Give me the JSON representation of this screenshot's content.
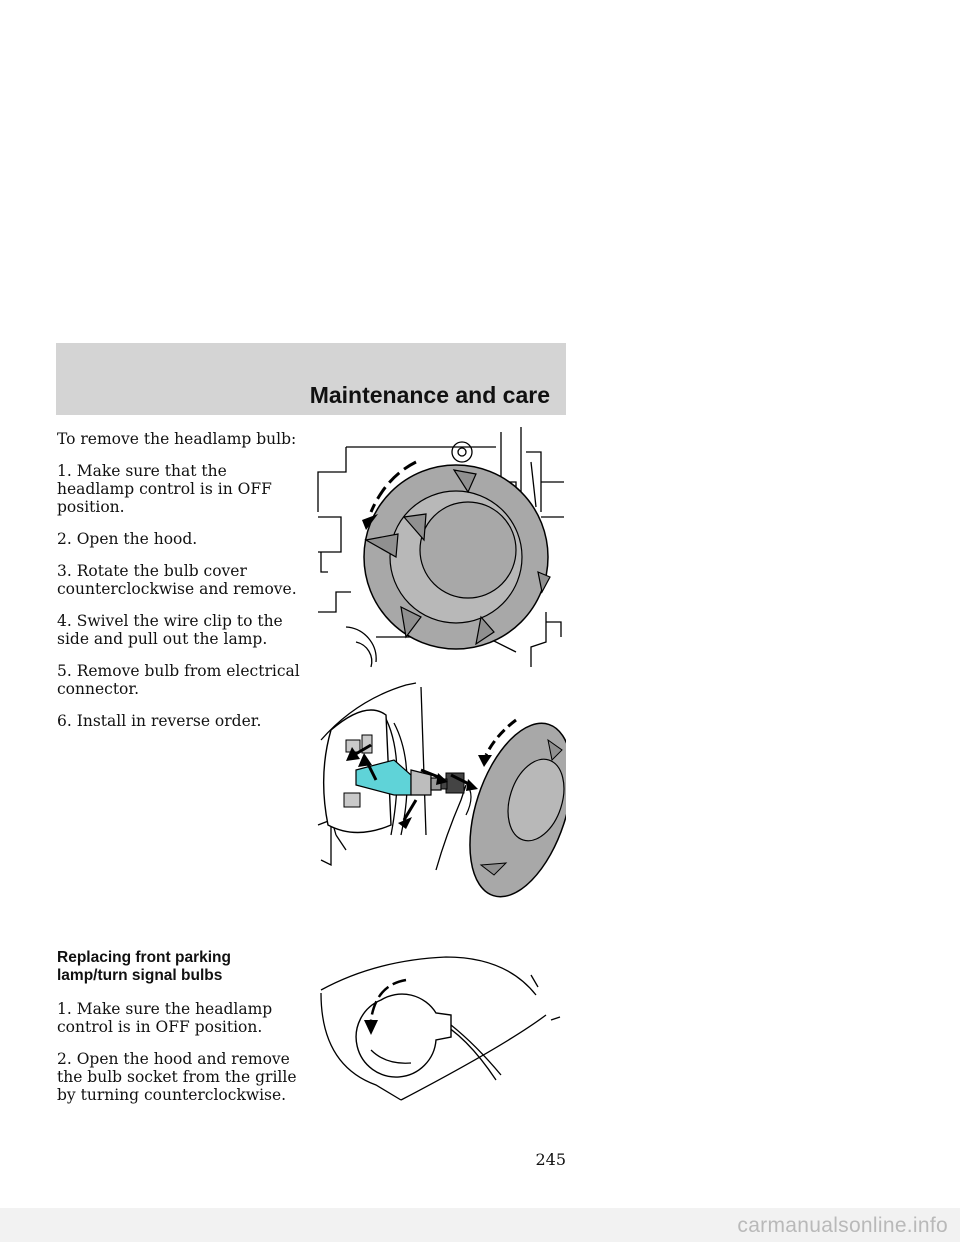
{
  "header": {
    "title": "Maintenance and care"
  },
  "headlamp": {
    "intro": "To remove the headlamp bulb:",
    "steps": [
      "1.  Make sure that the headlamp control is in OFF position.",
      "2.  Open the hood.",
      "3.  Rotate the bulb cover counterclockwise and remove.",
      "4.  Swivel the wire clip to the side and pull out the lamp.",
      "5.  Remove bulb from electrical connector.",
      "6.  Install in reverse order."
    ]
  },
  "parking": {
    "heading": "Replacing front parking lamp/turn signal bulbs",
    "steps": [
      "1.  Make sure the headlamp control is in OFF position.",
      "2.  Open the hood and remove the bulb socket from the grille by turning counterclockwise."
    ]
  },
  "page_number": "245",
  "watermark": "carmanualsonline.info",
  "colors": {
    "header_band": "#d4d4d4",
    "illustration_fill": "#a8a8a8",
    "bulb_accent": "#5fd3d8"
  }
}
